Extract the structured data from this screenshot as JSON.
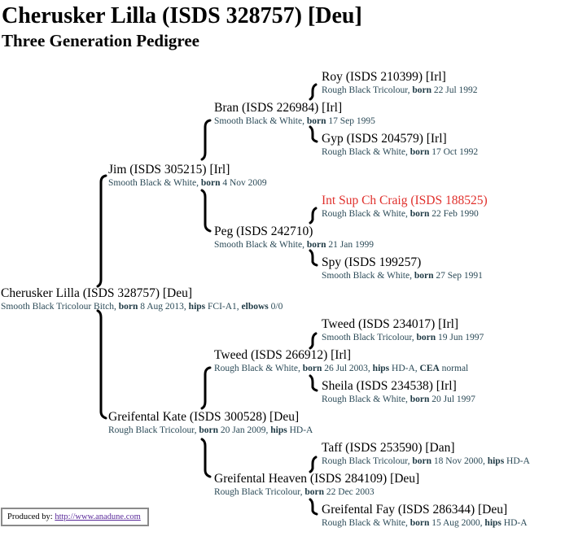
{
  "page": {
    "title": "Cherusker Lilla (ISDS 328757) [Deu]",
    "subtitle": "Three Generation Pedigree"
  },
  "colors": {
    "champion": "#e0302c",
    "details": "#2b4a57",
    "link": "#5a2a9a"
  },
  "pedigree": {
    "subject": {
      "name": "Cherusker Lilla (ISDS 328757) [Deu]",
      "desc": "Smooth Black Tricolour Bitch, ",
      "born_label": "born",
      "born": " 8 Aug 2013, ",
      "hips_label": "hips",
      "hips": " FCI-A1, ",
      "elbows_label": "elbows",
      "elbows": " 0/0"
    },
    "sire": {
      "name": "Jim (ISDS 305215) [Irl]",
      "desc": "Smooth Black & White, ",
      "born_label": "born",
      "born": " 4 Nov 2009"
    },
    "sire_sire": {
      "name": "Bran (ISDS 226984) [Irl]",
      "desc": "Smooth Black & White, ",
      "born_label": "born",
      "born": " 17 Sep 1995"
    },
    "sire_sire_sire": {
      "name": "Roy (ISDS 210399) [Irl]",
      "desc": "Rough Black Tricolour, ",
      "born_label": "born",
      "born": " 22 Jul 1992"
    },
    "sire_sire_dam": {
      "name": "Gyp (ISDS 204579) [Irl]",
      "desc": "Rough Black & White, ",
      "born_label": "born",
      "born": " 17 Oct 1992"
    },
    "sire_dam": {
      "name": "Peg (ISDS 242710)",
      "desc": "Smooth Black & White, ",
      "born_label": "born",
      "born": " 21 Jan 1999"
    },
    "sire_dam_sire": {
      "name": "Int Sup Ch Craig (ISDS 188525)",
      "champion": true,
      "desc": "Rough Black & White, ",
      "born_label": "born",
      "born": " 22 Feb 1990"
    },
    "sire_dam_dam": {
      "name": "Spy (ISDS 199257)",
      "desc": "Smooth Black & White, ",
      "born_label": "born",
      "born": " 27 Sep 1991"
    },
    "dam": {
      "name": "Greifental Kate (ISDS 300528) [Deu]",
      "desc": "Rough Black Tricolour, ",
      "born_label": "born",
      "born": " 20 Jan 2009, ",
      "hips_label": "hips",
      "hips": " HD-A"
    },
    "dam_sire": {
      "name": "Tweed (ISDS 266912) [Irl]",
      "desc": "Rough Black & White, ",
      "born_label": "born",
      "born": " 26 Jul 2003, ",
      "hips_label": "hips",
      "hips": " HD-A, ",
      "cea_label": "CEA",
      "cea": " normal"
    },
    "dam_sire_sire": {
      "name": "Tweed (ISDS 234017) [Irl]",
      "desc": "Smooth Black Tricolour, ",
      "born_label": "born",
      "born": " 19 Jun 1997"
    },
    "dam_sire_dam": {
      "name": "Sheila (ISDS 234538) [Irl]",
      "desc": "Rough Black & White, ",
      "born_label": "born",
      "born": " 20 Jul 1997"
    },
    "dam_dam": {
      "name": "Greifental Heaven (ISDS 284109) [Deu]",
      "desc": "Rough Black Tricolour, ",
      "born_label": "born",
      "born": " 22 Dec 2003"
    },
    "dam_dam_sire": {
      "name": "Taff (ISDS 253590) [Dan]",
      "desc": "Rough Black Tricolour, ",
      "born_label": "born",
      "born": " 18 Nov 2000, ",
      "hips_label": "hips",
      "hips": " HD-A"
    },
    "dam_dam_dam": {
      "name": "Greifental Fay (ISDS 286344) [Deu]",
      "desc": "Rough Black & White, ",
      "born_label": "born",
      "born": " 15 Aug 2000, ",
      "hips_label": "hips",
      "hips": " HD-A"
    }
  },
  "footer": {
    "label": "Produced by: ",
    "link_text": "http://www.anadune.com"
  }
}
